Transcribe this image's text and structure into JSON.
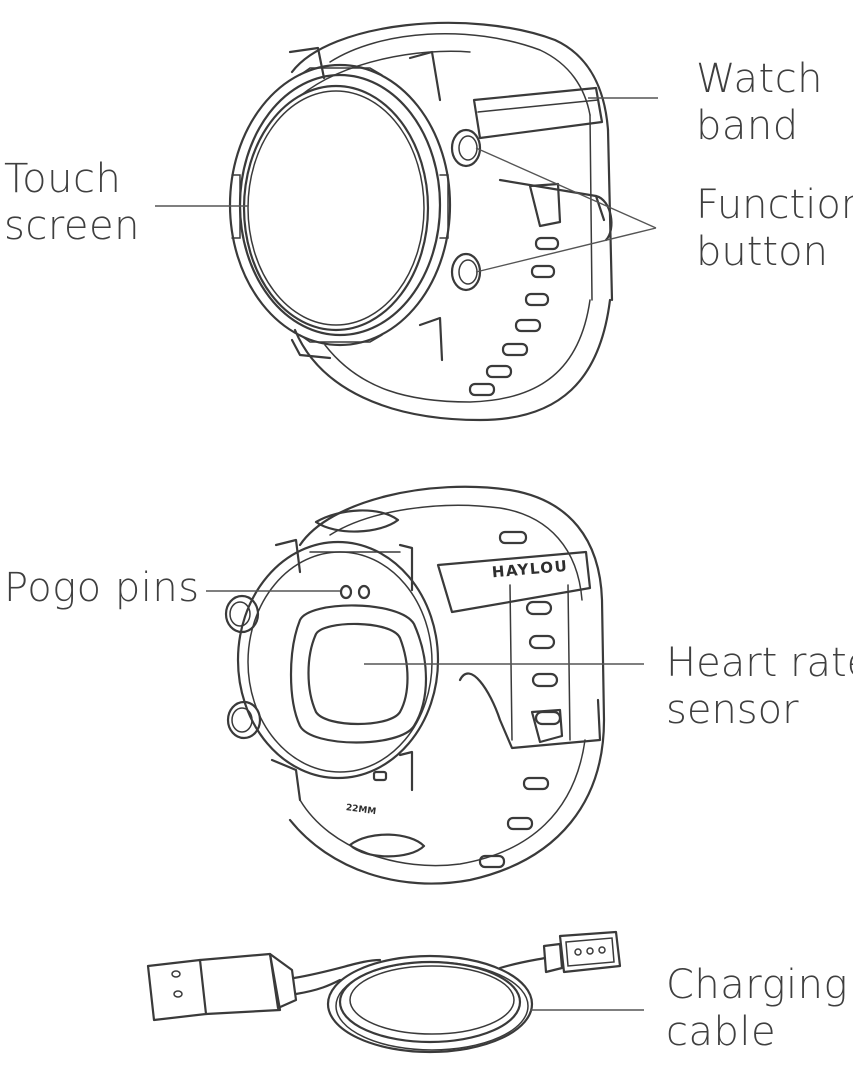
{
  "labels": {
    "touch_screen": [
      "Touch",
      "screen"
    ],
    "watch_band": [
      "Watch",
      "band"
    ],
    "function_button": [
      "Function",
      "button"
    ],
    "pogo_pins": [
      "Pogo pins"
    ],
    "heart_rate_sensor": [
      "Heart rate",
      "sensor"
    ],
    "charging_cable": [
      "Charging",
      "cable"
    ]
  },
  "watch_back": {
    "brand_text": "HAYLOU",
    "size_text": "22MM"
  },
  "colors": {
    "line": "#3a3a3a",
    "text": "#3f3f3f",
    "background": "#ffffff"
  }
}
